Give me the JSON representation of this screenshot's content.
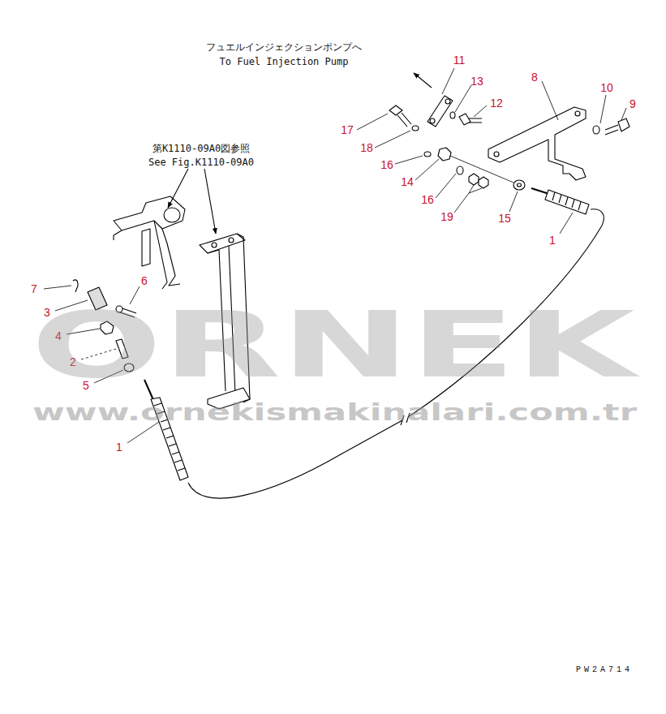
{
  "diagram": {
    "labels": [
      "フュエルインジェクションポンプへ",
      "To Fuel Injection Pump",
      "11",
      "13",
      "8",
      "10",
      "9",
      "17",
      "12",
      "18",
      "16",
      "14",
      "16",
      "19",
      "15",
      "1",
      "第K1110-09A0図参照",
      "See Fig.K1110-09A0",
      "7",
      "6",
      "3",
      "4",
      "2",
      "5",
      "1",
      "ORNEK",
      "www.ornekismakinalari.com.tr",
      "PW2A714"
    ]
  }
}
